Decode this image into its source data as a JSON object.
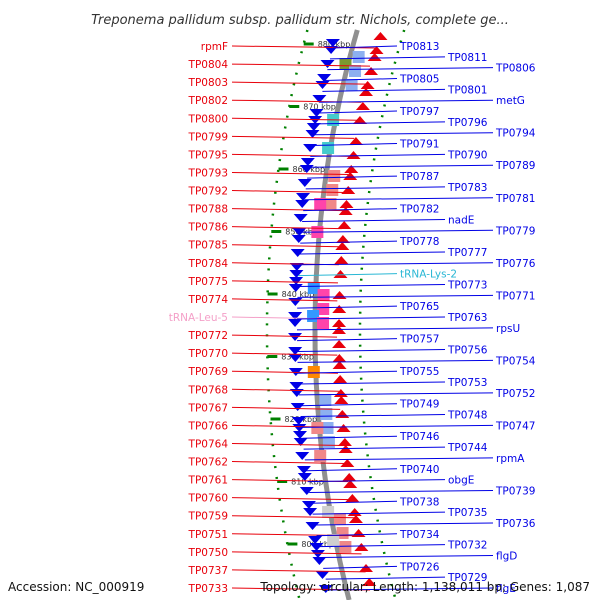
{
  "title": "Treponema pallidum subsp. pallidum str. Nichols, complete ge...",
  "accession": "Accession: NC_000919",
  "summary": "Topology: circular; Length: 1,138,011 bp; Genes: 1,087",
  "colors": {
    "forward": "#e8000b",
    "reverse": "#0000e6",
    "trna_forward": "#f4a0c8",
    "trna_reverse": "#29b7d4",
    "tick": "#008000",
    "backbone": "#909090"
  },
  "ticks": [
    {
      "label": "880 kbp"
    },
    {
      "label": "870 kbp"
    },
    {
      "label": "860 kbp"
    },
    {
      "label": "850 kbp"
    },
    {
      "label": "840 kbp"
    },
    {
      "label": "830 kbp"
    },
    {
      "label": "820 kbp"
    },
    {
      "label": "810 kbp"
    },
    {
      "label": "800 kbp"
    }
  ],
  "left_labels": [
    {
      "text": "rpmF",
      "kind": "cds"
    },
    {
      "text": "TP0804",
      "kind": "cds"
    },
    {
      "text": "TP0803",
      "kind": "cds"
    },
    {
      "text": "TP0802",
      "kind": "cds"
    },
    {
      "text": "TP0800",
      "kind": "cds"
    },
    {
      "text": "TP0799",
      "kind": "cds"
    },
    {
      "text": "TP0795",
      "kind": "cds"
    },
    {
      "text": "TP0793",
      "kind": "cds"
    },
    {
      "text": "TP0792",
      "kind": "cds"
    },
    {
      "text": "TP0788",
      "kind": "cds"
    },
    {
      "text": "TP0786",
      "kind": "cds"
    },
    {
      "text": "TP0785",
      "kind": "cds"
    },
    {
      "text": "TP0784",
      "kind": "cds"
    },
    {
      "text": "TP0775",
      "kind": "cds"
    },
    {
      "text": "TP0774",
      "kind": "cds"
    },
    {
      "text": "tRNA-Leu-5",
      "kind": "trna"
    },
    {
      "text": "TP0772",
      "kind": "cds"
    },
    {
      "text": "TP0770",
      "kind": "cds"
    },
    {
      "text": "TP0769",
      "kind": "cds"
    },
    {
      "text": "TP0768",
      "kind": "cds"
    },
    {
      "text": "TP0767",
      "kind": "cds"
    },
    {
      "text": "TP0766",
      "kind": "cds"
    },
    {
      "text": "TP0764",
      "kind": "cds"
    },
    {
      "text": "TP0762",
      "kind": "cds"
    },
    {
      "text": "TP0761",
      "kind": "cds"
    },
    {
      "text": "TP0760",
      "kind": "cds"
    },
    {
      "text": "TP0759",
      "kind": "cds"
    },
    {
      "text": "TP0751",
      "kind": "cds"
    },
    {
      "text": "TP0750",
      "kind": "cds"
    },
    {
      "text": "TP0737",
      "kind": "cds"
    },
    {
      "text": "TP0733",
      "kind": "cds"
    }
  ],
  "right_labels": [
    {
      "text": "TP0813",
      "kind": "cds"
    },
    {
      "text": "TP0811",
      "kind": "cds"
    },
    {
      "text": "TP0806",
      "kind": "cds"
    },
    {
      "text": "TP0805",
      "kind": "cds"
    },
    {
      "text": "TP0801",
      "kind": "cds"
    },
    {
      "text": "metG",
      "kind": "cds"
    },
    {
      "text": "TP0797",
      "kind": "cds"
    },
    {
      "text": "TP0796",
      "kind": "cds"
    },
    {
      "text": "TP0794",
      "kind": "cds"
    },
    {
      "text": "TP0791",
      "kind": "cds"
    },
    {
      "text": "TP0790",
      "kind": "cds"
    },
    {
      "text": "TP0789",
      "kind": "cds"
    },
    {
      "text": "TP0787",
      "kind": "cds"
    },
    {
      "text": "TP0783",
      "kind": "cds"
    },
    {
      "text": "TP0781",
      "kind": "cds"
    },
    {
      "text": "TP0782",
      "kind": "cds"
    },
    {
      "text": "nadE",
      "kind": "cds"
    },
    {
      "text": "TP0779",
      "kind": "cds"
    },
    {
      "text": "TP0778",
      "kind": "cds"
    },
    {
      "text": "TP0777",
      "kind": "cds"
    },
    {
      "text": "TP0776",
      "kind": "cds"
    },
    {
      "text": "tRNA-Lys-2",
      "kind": "trna"
    },
    {
      "text": "TP0773",
      "kind": "cds"
    },
    {
      "text": "TP0771",
      "kind": "cds"
    },
    {
      "text": "TP0765",
      "kind": "cds"
    },
    {
      "text": "TP0763",
      "kind": "cds"
    },
    {
      "text": "rpsU",
      "kind": "cds"
    },
    {
      "text": "TP0757",
      "kind": "cds"
    },
    {
      "text": "TP0756",
      "kind": "cds"
    },
    {
      "text": "TP0754",
      "kind": "cds"
    },
    {
      "text": "TP0755",
      "kind": "cds"
    },
    {
      "text": "TP0753",
      "kind": "cds"
    },
    {
      "text": "TP0752",
      "kind": "cds"
    },
    {
      "text": "TP0749",
      "kind": "cds"
    },
    {
      "text": "TP0748",
      "kind": "cds"
    },
    {
      "text": "TP0747",
      "kind": "cds"
    },
    {
      "text": "TP0746",
      "kind": "cds"
    },
    {
      "text": "TP0744",
      "kind": "cds"
    },
    {
      "text": "rpmA",
      "kind": "cds"
    },
    {
      "text": "TP0740",
      "kind": "cds"
    },
    {
      "text": "obgE",
      "kind": "cds"
    },
    {
      "text": "TP0739",
      "kind": "cds"
    },
    {
      "text": "TP0738",
      "kind": "cds"
    },
    {
      "text": "TP0735",
      "kind": "cds"
    },
    {
      "text": "TP0736",
      "kind": "cds"
    },
    {
      "text": "TP0734",
      "kind": "cds"
    },
    {
      "text": "TP0732",
      "kind": "cds"
    },
    {
      "text": "flgD",
      "kind": "cds"
    },
    {
      "text": "TP0726",
      "kind": "cds"
    },
    {
      "text": "TP0729",
      "kind": "cds"
    },
    {
      "text": "flgE",
      "kind": "cds"
    }
  ]
}
